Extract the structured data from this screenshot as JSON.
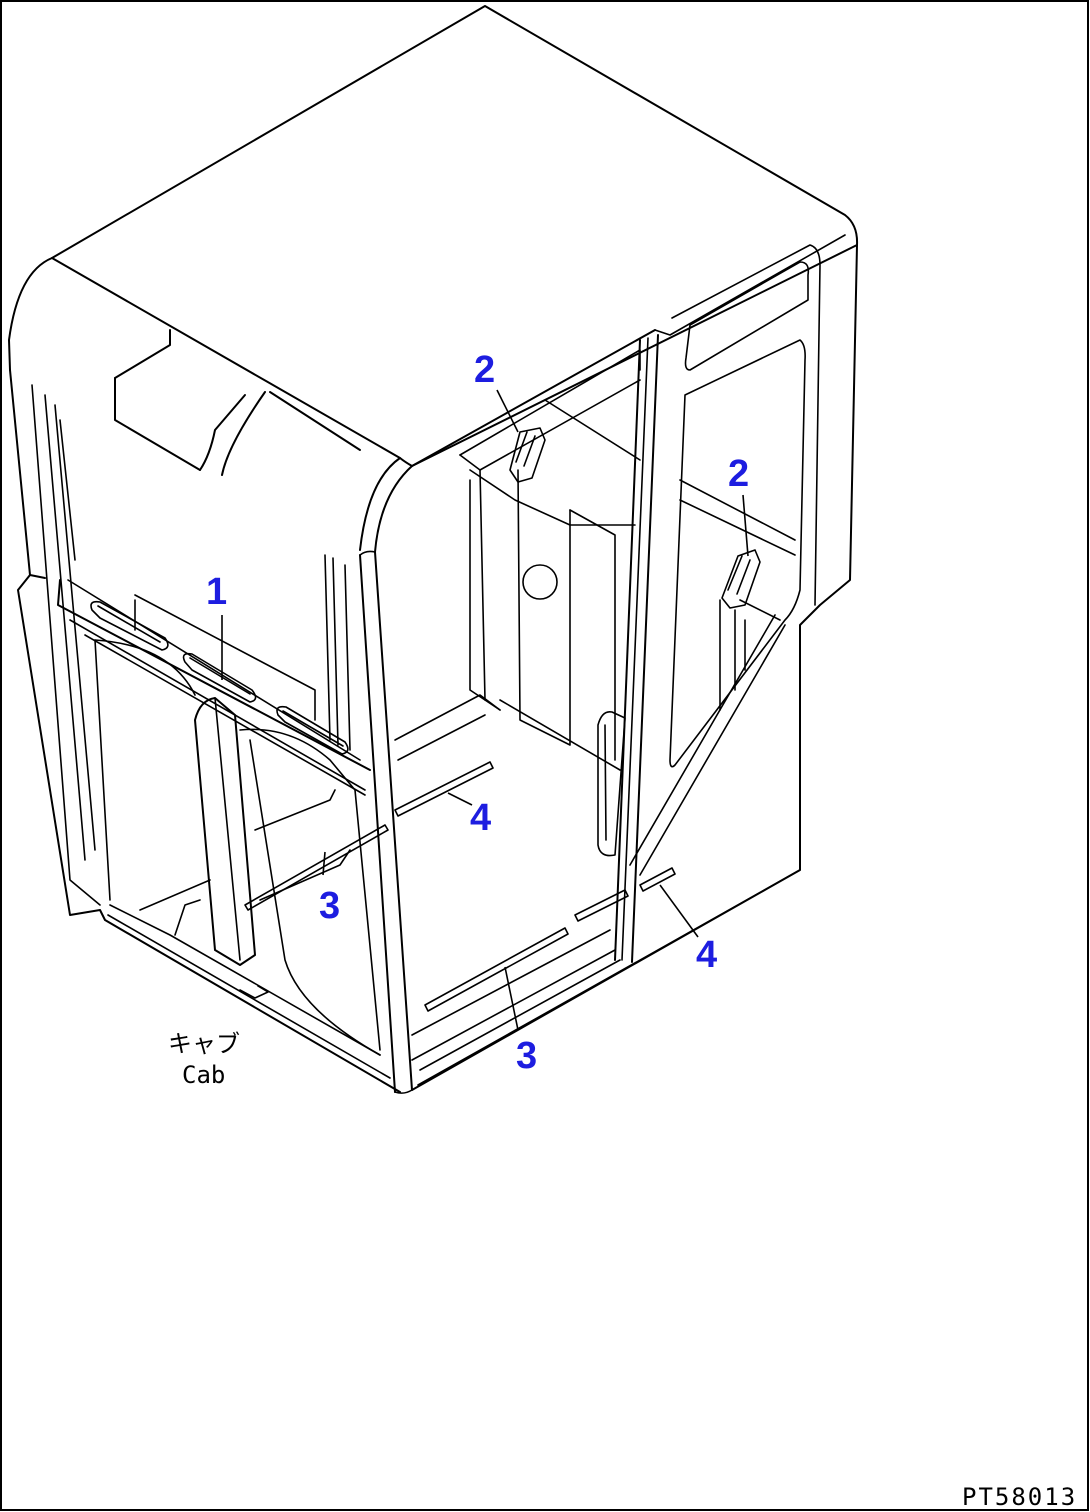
{
  "diagram": {
    "callouts": [
      {
        "id": "c1",
        "label": "1"
      },
      {
        "id": "c2a",
        "label": "2"
      },
      {
        "id": "c2b",
        "label": "2"
      },
      {
        "id": "c3a",
        "label": "3"
      },
      {
        "id": "c3b",
        "label": "3"
      },
      {
        "id": "c4a",
        "label": "4"
      },
      {
        "id": "c4b",
        "label": "4"
      }
    ],
    "caption_jp": "キャブ",
    "caption_en": "Cab",
    "drawing_id": "PT58013",
    "colors": {
      "callout": "#1d1de0",
      "line": "#000000",
      "background": "#ffffff"
    }
  }
}
